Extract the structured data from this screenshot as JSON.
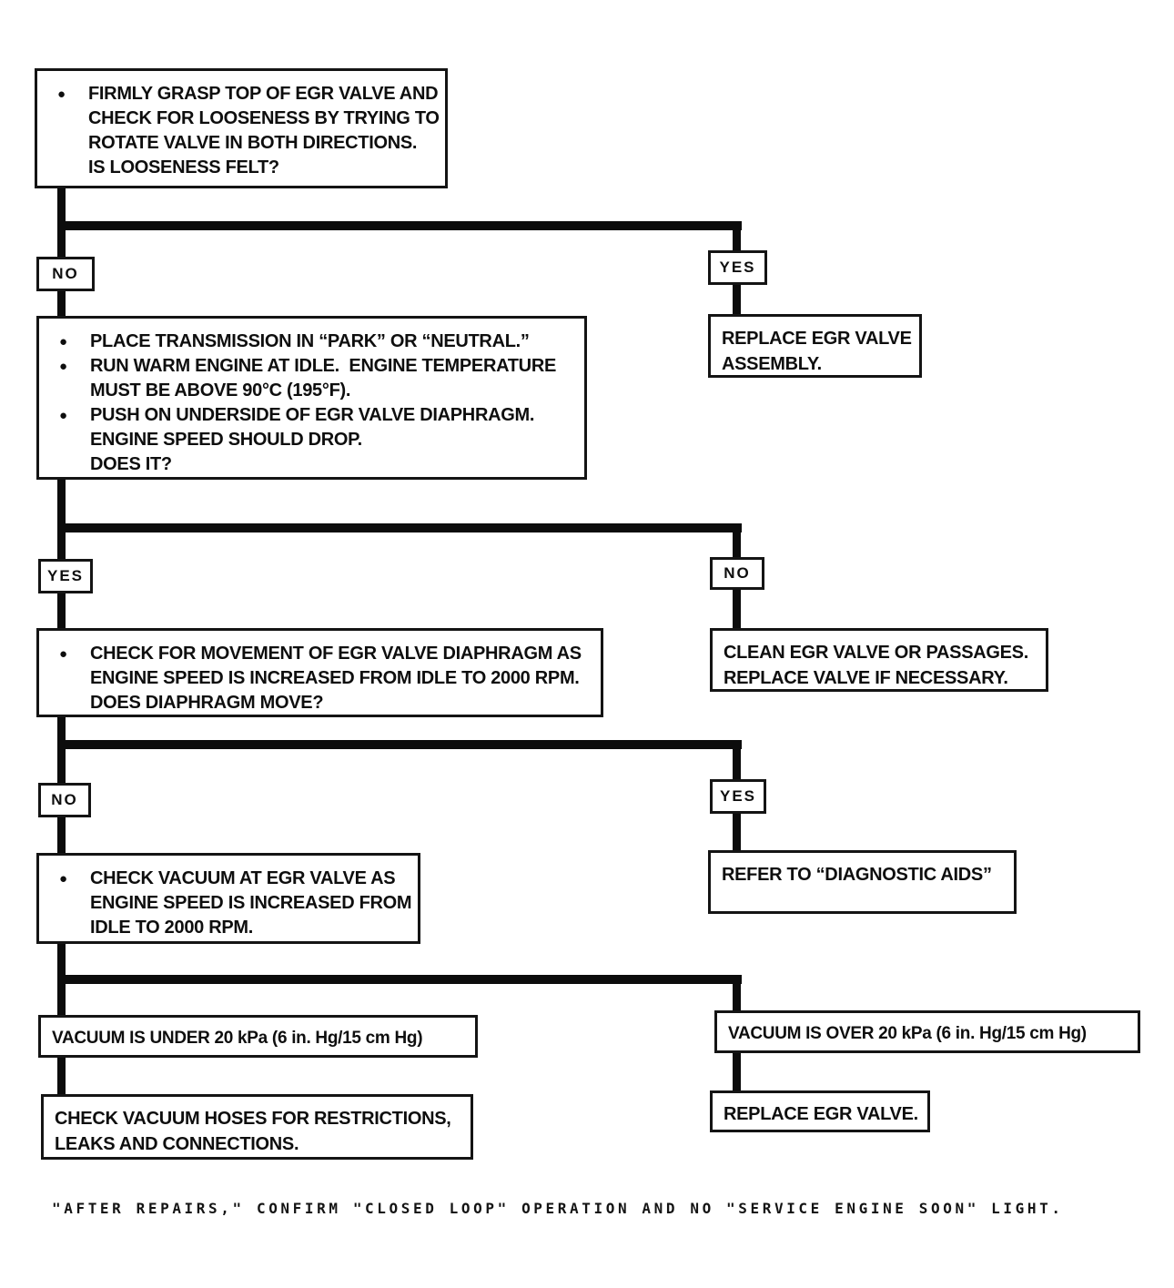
{
  "colors": {
    "ink": "#0c0c0c",
    "paper": "#ffffff"
  },
  "labels": {
    "d1_no": "NO",
    "d1_yes": "YES",
    "d2_yes": "YES",
    "d2_no": "NO",
    "d3_no": "NO",
    "d3_yes": "YES"
  },
  "boxes": {
    "step1": {
      "lines": [
        "FIRMLY GRASP TOP OF EGR VALVE AND",
        "CHECK FOR LOOSENESS BY TRYING TO",
        "ROTATE VALVE IN BOTH DIRECTIONS.",
        "IS LOOSENESS FELT?"
      ]
    },
    "step2": {
      "items": [
        {
          "lines": [
            "PLACE TRANSMISSION IN “PARK” OR “NEUTRAL.”"
          ]
        },
        {
          "lines": [
            "RUN WARM ENGINE AT IDLE.  ENGINE TEMPERATURE",
            "MUST BE ABOVE 90°C (195°F)."
          ]
        },
        {
          "lines": [
            "PUSH ON UNDERSIDE OF EGR VALVE DIAPHRAGM.",
            "ENGINE SPEED SHOULD DROP.",
            "DOES IT?"
          ]
        }
      ]
    },
    "step3": {
      "lines": [
        "CHECK FOR MOVEMENT OF EGR VALVE DIAPHRAGM AS",
        "ENGINE SPEED IS INCREASED FROM IDLE TO 2000 RPM.",
        "DOES DIAPHRAGM MOVE?"
      ]
    },
    "step4": {
      "lines": [
        "CHECK VACUUM AT EGR VALVE AS",
        "ENGINE SPEED IS INCREASED FROM",
        "IDLE TO 2000 RPM."
      ]
    },
    "replace_assembly": {
      "lines": [
        "REPLACE EGR VALVE",
        "ASSEMBLY."
      ]
    },
    "clean_valve": {
      "lines": [
        "CLEAN EGR VALVE OR PASSAGES.",
        "REPLACE VALVE IF NECESSARY."
      ]
    },
    "refer_aids": {
      "lines": [
        "REFER TO “DIAGNOSTIC AIDS”"
      ]
    },
    "vacuum_under": {
      "lines": [
        "VACUUM IS UNDER 20 kPa (6 in. Hg/15 cm Hg)"
      ]
    },
    "vacuum_over": {
      "lines": [
        "VACUUM IS OVER 20 kPa (6 in. Hg/15 cm Hg)"
      ]
    },
    "check_hoses": {
      "lines": [
        "CHECK VACUUM HOSES FOR RESTRICTIONS,",
        "LEAKS AND CONNECTIONS."
      ]
    },
    "replace_valve": {
      "lines": [
        "REPLACE EGR VALVE."
      ]
    }
  },
  "page": {
    "footer": "\"AFTER REPAIRS,\" CONFIRM \"CLOSED LOOP\" OPERATION AND NO \"SERVICE ENGINE SOON\" LIGHT."
  }
}
